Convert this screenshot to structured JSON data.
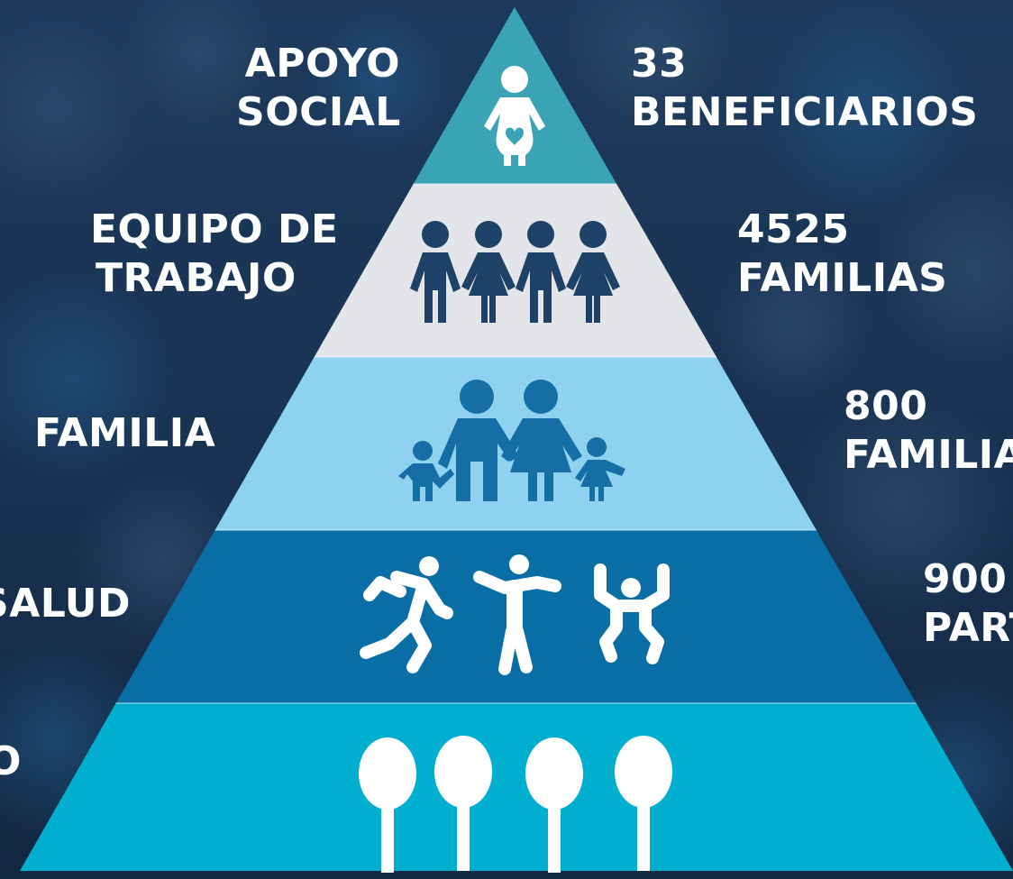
{
  "colors": {
    "tier1": "#3aa3b5",
    "tier2": "#e3e5e8",
    "tier3": "#8ed2f0",
    "tier4": "#0a6ea6",
    "tier5": "#00afd0",
    "icon_dark": "#1e4168",
    "icon_mid": "#156ea5",
    "icon_white": "#ffffff",
    "background": "#1b3552"
  },
  "tiers": [
    {
      "left_label": [
        "APOYO",
        "SOCIAL"
      ],
      "right_label": [
        "33",
        "BENEFICIARIOS"
      ],
      "icon": "pregnant-woman-icon"
    },
    {
      "left_label": [
        "EQUIPO DE",
        "TRABAJO"
      ],
      "right_label": [
        "4525",
        "FAMILIAS"
      ],
      "icon": "team-people-icon"
    },
    {
      "left_label": [
        "FAMILIA"
      ],
      "right_label": [
        "800",
        "FAMILIA"
      ],
      "icon": "family-icon"
    },
    {
      "left_label": [
        "SALUD"
      ],
      "right_label": [
        "900",
        "PART"
      ],
      "icon": "exercise-people-icon"
    },
    {
      "left_label": [
        "O"
      ],
      "right_label": [],
      "icon": "trees-icon"
    }
  ]
}
